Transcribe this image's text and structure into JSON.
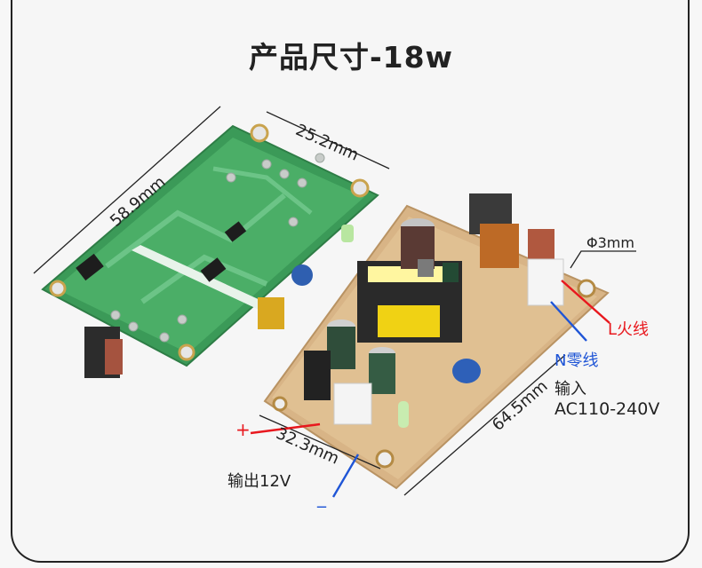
{
  "title": "产品尺寸-18w",
  "dimensions": {
    "green_length": "58.9mm",
    "green_width": "25.2mm",
    "board_length": "64.5mm",
    "board_width": "32.3mm",
    "hole": "Φ3mm"
  },
  "labels": {
    "plus": "+",
    "minus": "_",
    "output": "输出12V",
    "live": "L火线",
    "neutral": "N零线",
    "input_label": "输入",
    "input_range": "AC110-240V"
  },
  "colors": {
    "live": "#e8181e",
    "neutral": "#1f55d6",
    "pcb_green": "#3f9d5a",
    "pcb_tan": "#d9b98a"
  }
}
